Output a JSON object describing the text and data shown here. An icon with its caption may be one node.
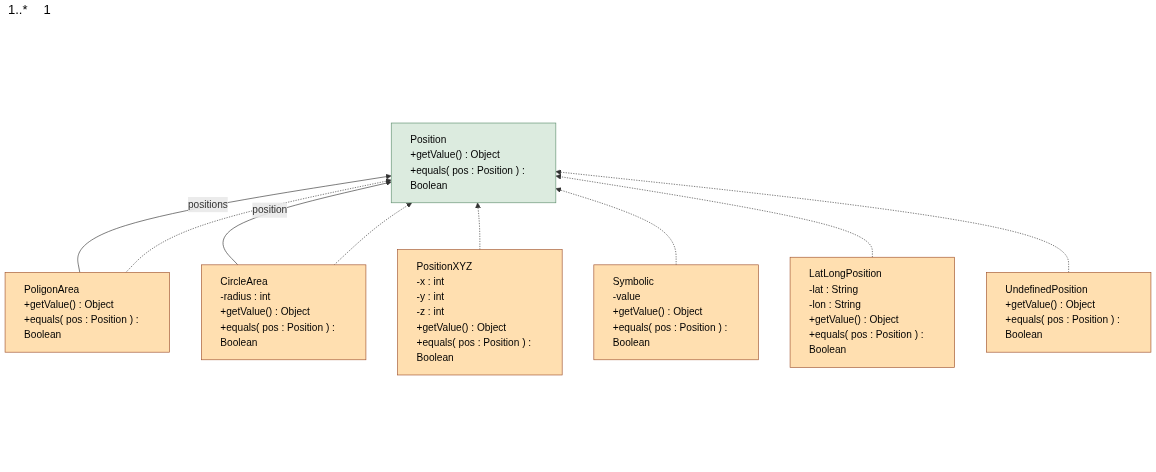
{
  "diagram": {
    "nodes": [
      {
        "text": [
          "Position",
          "+getValue() : Object",
          "+equals( pos : Position ) : Boolean"
        ]
      },
      {
        "text": [
          "PoligonArea",
          "+getValue() : Object",
          "+equals( pos : Position ) : Boolean"
        ]
      },
      {
        "text": [
          "PositionXYZ",
          "-x : int",
          "-y : int",
          "-z : int",
          "+getValue() : Object",
          "+equals( pos : Position ) : Boolean"
        ]
      },
      {
        "text": [
          "LatLongPosition",
          "-lat : String",
          "-lon : String",
          "+getValue() : Object",
          "+equals( pos : Position ) : Boolean"
        ]
      },
      {
        "text": [
          "CircleArea",
          "-radius : int",
          "+getValue() : Object",
          "+equals( pos : Position ) : Boolean"
        ]
      },
      {
        "text": [
          "Symbolic",
          "-value",
          "+getValue() : Object",
          "+equals( pos : Position ) : Boolean"
        ]
      },
      {
        "text": [
          "UndefinedPosition",
          "+getValue() : Object",
          "+equals( pos : Position ) : Boolean"
        ]
      }
    ],
    "edges": [
      {
        "from": 1,
        "to": 0,
        "arrow": "to",
        "label": "positions"
      },
      {
        "from": 4,
        "to": 0,
        "arrow": "to",
        "label": "position"
      },
      {
        "from": 1,
        "to": 0,
        "arrow": "to",
        "style": "dashed"
      },
      {
        "from": 4,
        "to": 0,
        "arrow": "to",
        "style": "dashed"
      },
      {
        "from": 2,
        "to": 0,
        "arrow": "to",
        "style": "dashed"
      },
      {
        "from": 5,
        "to": 0,
        "arrow": "to",
        "style": "dashed"
      },
      {
        "from": 3,
        "to": 0,
        "arrow": "to",
        "style": "dashed"
      },
      {
        "from": 6,
        "to": 0,
        "arrow": "to",
        "style": "dashed"
      }
    ],
    "labels": [
      "1..*",
      "1"
    ]
  }
}
